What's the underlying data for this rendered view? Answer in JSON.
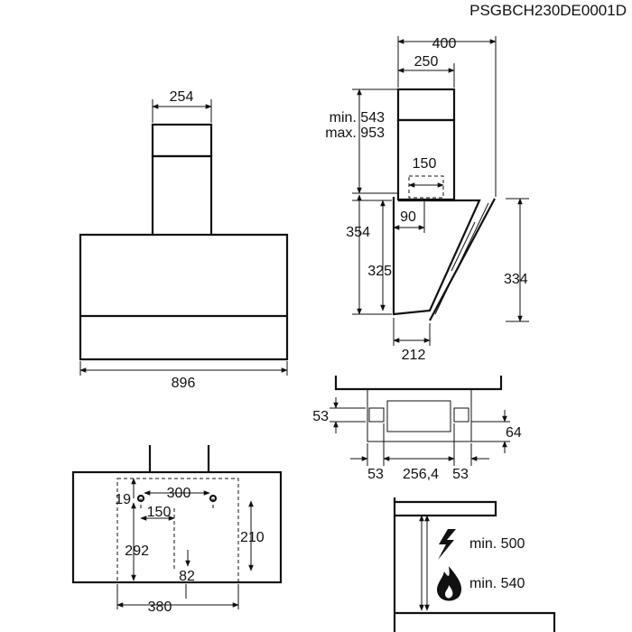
{
  "model_code": "PSGBCH230DE0001D",
  "front_view": {
    "chimney_width": "254",
    "hood_width": "896"
  },
  "side_view": {
    "chimney_depth_total": "400",
    "chimney_depth": "250",
    "height_min": "min. 543",
    "height_max": "max. 953",
    "outlet_width": "150",
    "outlet_offset": "90",
    "canopy_height": "354",
    "canopy_inner_height": "325",
    "glass_height": "334",
    "base_depth": "212"
  },
  "top_view": {
    "left_edge": "53",
    "right_edge": "64",
    "bracket_left": "53",
    "bracket_spacing": "256,4",
    "bracket_right": "53"
  },
  "mounting_view": {
    "hole_spacing": "300",
    "hole_left_offset": "19",
    "hole_inner_offset": "150",
    "vertical_right": "210",
    "vertical_left": "292",
    "bottom_offset": "82",
    "bottom_width": "380"
  },
  "clearance": {
    "electric": "min. 500",
    "gas": "min. 540"
  }
}
